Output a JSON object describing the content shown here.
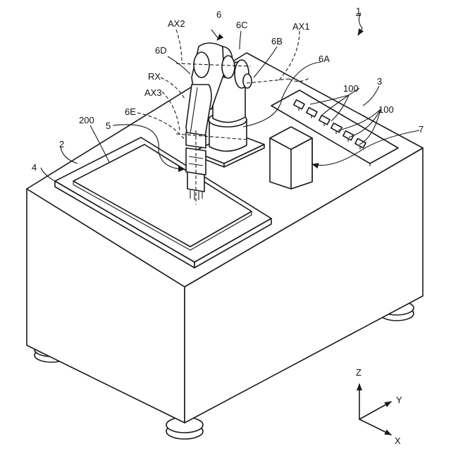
{
  "labels": {
    "fig_number": "1",
    "robot": "6",
    "ax2": "AX2",
    "ax1": "AX1",
    "part_6c": "6C",
    "part_6d": "6D",
    "part_6b": "6B",
    "part_6a": "6A",
    "rx": "RX",
    "ax3": "AX3",
    "part_6e": "6E",
    "label_100_a": "100",
    "label_100_b": "100",
    "label_3": "3",
    "label_200": "200",
    "label_5": "5",
    "label_7": "7",
    "label_2": "2",
    "label_4": "4"
  },
  "axes": {
    "z": "Z",
    "y": "Y",
    "x": "X"
  }
}
